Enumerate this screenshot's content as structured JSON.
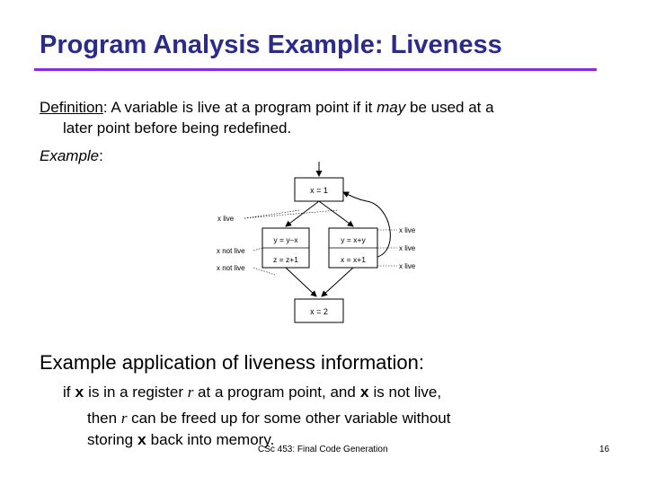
{
  "slide": {
    "title": "Program Analysis Example: Liveness",
    "definition": {
      "label": "Definition",
      "line1_a": ": A variable is live at a program point if it ",
      "line1_em": "may",
      "line1_b": " be used at a",
      "line2": "later point before being redefined."
    },
    "example_label": "Example",
    "example_colon": ":",
    "application": {
      "heading": "Example application of liveness information:",
      "line1_a": "if ",
      "code_x": "x",
      "line1_b": " is in a register ",
      "var_r": "r",
      "line1_c": " at a program point, and ",
      "line1_d": " is not live,",
      "line2_a": "then ",
      "line2_b": " can be freed up for some other variable without",
      "line3_a": "storing ",
      "line3_b": " back into memory."
    },
    "footer": {
      "course": "CSc 453: Final Code Generation",
      "page": "16"
    }
  },
  "diagram": {
    "box_top": "x = 1",
    "box_left_1": "y = y–x",
    "box_left_2": "z = z+1",
    "box_right_1": "y = x+y",
    "box_right_2": "x = x+1",
    "box_bottom": "x = 2",
    "ann_x_live": "x live",
    "ann_x_not_live_1": "x not live",
    "ann_x_not_live_2": "x not live",
    "ann_right_1": "x live",
    "ann_right_2": "x live",
    "ann_right_3": "x live"
  }
}
